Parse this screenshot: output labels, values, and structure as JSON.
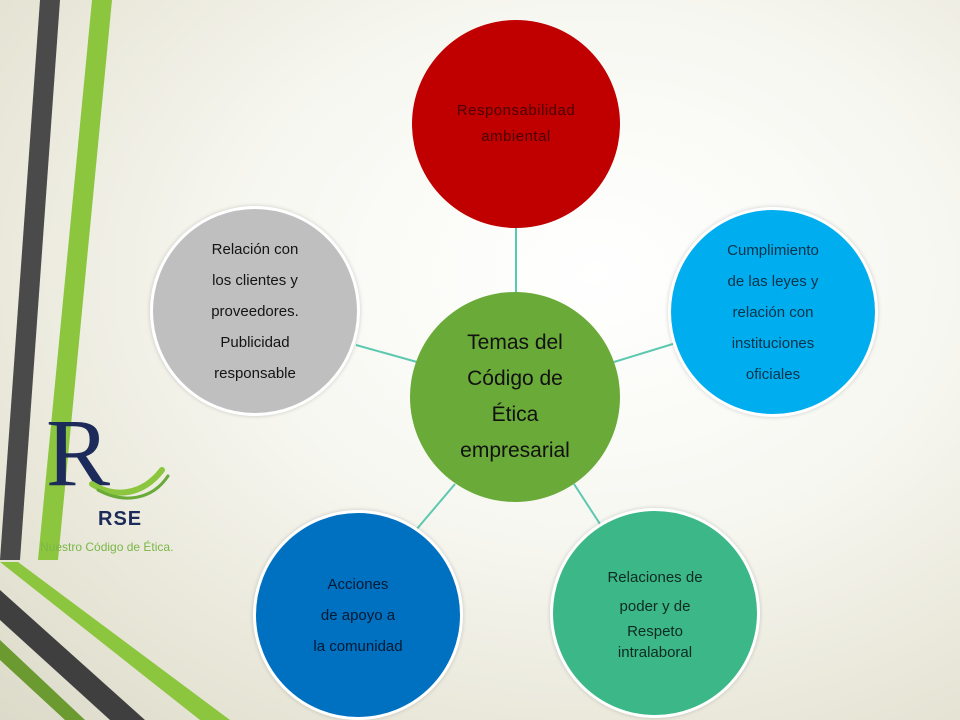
{
  "center": {
    "lines": [
      "Temas del",
      "Código de",
      "Ética",
      "empresarial"
    ],
    "color": "#6aaa38"
  },
  "nodes": [
    {
      "lines": [
        "Responsabilidad",
        "ambiental"
      ],
      "color": "#c00000"
    },
    {
      "lines": [
        "Cumplimiento",
        "de las leyes y",
        "relación con",
        "instituciones",
        "oficiales"
      ],
      "color": "#00aeef"
    },
    {
      "lines": [
        "Relaciones de",
        "poder y de",
        "Respeto",
        "intralaboral"
      ],
      "color": "#3cb787"
    },
    {
      "lines": [
        "Acciones",
        "de apoyo a",
        "la comunidad"
      ],
      "color": "#0070c0"
    },
    {
      "lines": [
        "Relación con",
        "los clientes y",
        "proveedores.",
        "Publicidad",
        "responsable"
      ],
      "color": "#bfbfbf"
    }
  ],
  "connector_color": "#5cc8b0",
  "logo": {
    "letter": "R",
    "acronym": "RSE",
    "tagline": "Nuestro Código de Ética."
  },
  "theme_colors": {
    "stripe_green": "#8cc63f",
    "stripe_dark": "#3f3f3f"
  }
}
